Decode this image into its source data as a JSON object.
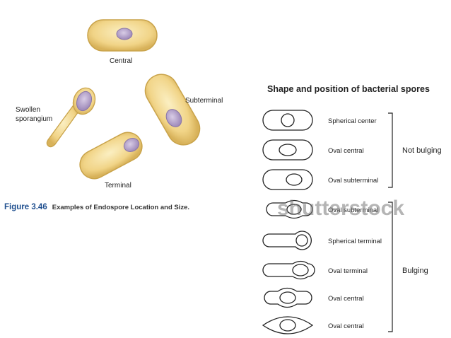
{
  "figure": {
    "labels": {
      "central": "Central",
      "subterminal": "Subterminal",
      "swollen": [
        "Swollen",
        "sporangium"
      ],
      "terminal": "Terminal"
    },
    "caption_number": "Figure 3.46",
    "caption_text": "Examples of Endospore Location and Size."
  },
  "chart": {
    "title": "Shape and position of bacterial spores",
    "rows": [
      "Spherical center",
      "Oval central",
      "Oval subterminal",
      "Oval subterminal",
      "Spherical terminal",
      "Oval terminal",
      "Oval central",
      "Oval central"
    ],
    "group_not_bulging": "Not bulging",
    "group_bulging": "Bulging"
  },
  "watermark": "shutterstock",
  "colors": {
    "cell_fill": "#f3dc97",
    "cell_stroke": "#c9a34a",
    "spore_fill": "#b7a6cc",
    "caption_blue": "#1f4f8f"
  }
}
